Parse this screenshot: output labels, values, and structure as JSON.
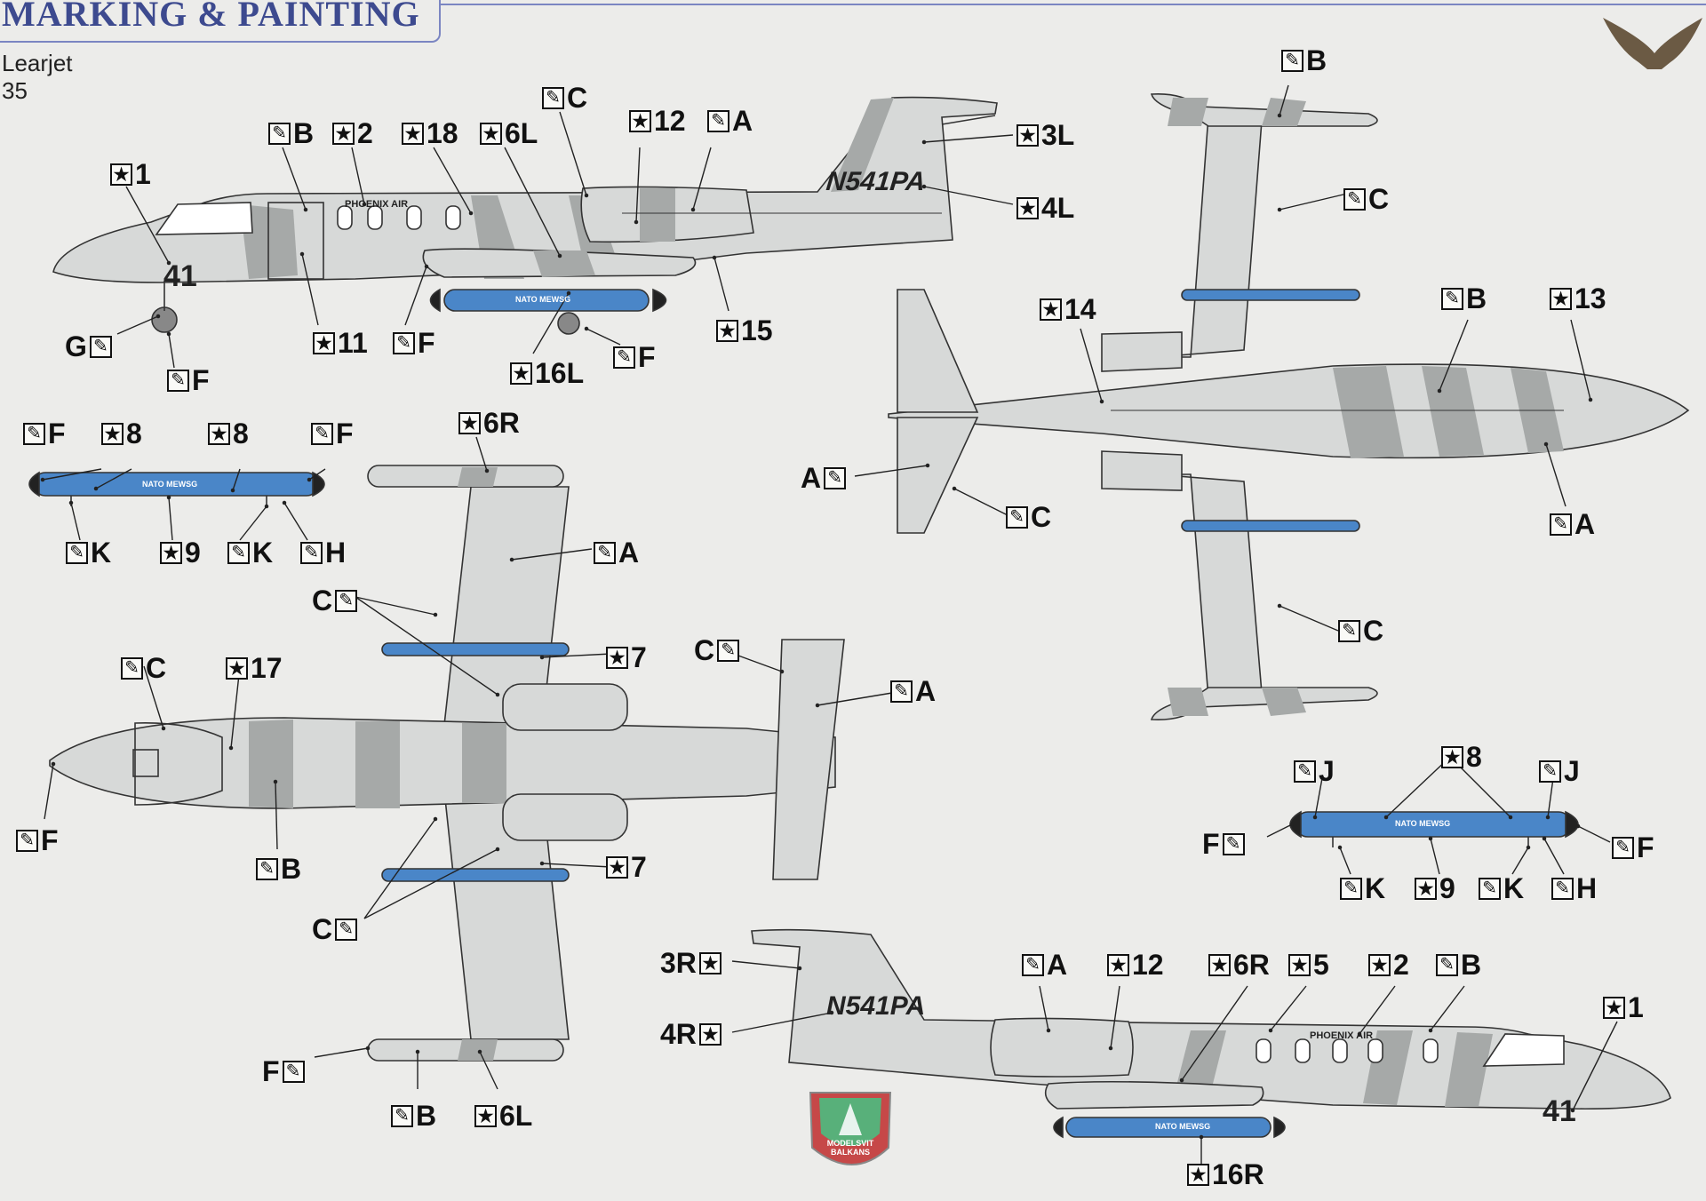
{
  "header": {
    "title": "MARKING & PAINTING",
    "subtitle": "Learjet 35"
  },
  "aircraft": {
    "registration": "N541PA",
    "operator_text": "PHOENIX AIR",
    "pod_text": "NATO MEWSG",
    "nose_number": "41"
  },
  "logo": {
    "line1": "MODELSVIT",
    "line2": "BALKANS"
  },
  "icons": {
    "paint": "paint-brush-icon",
    "decal": "decal-star-icon"
  },
  "colors": {
    "light_grey": "#d7d9d8",
    "dark_grey": "#a6a9a8",
    "pod_blue": "#4a86c8",
    "title_blue": "#3d4a8f",
    "outline": "#222222"
  },
  "callouts": [
    {
      "id": "c1",
      "type": "decal",
      "label": "1",
      "side": "right"
    },
    {
      "id": "c2",
      "type": "paint",
      "label": "B",
      "side": "right"
    },
    {
      "id": "c3",
      "type": "decal",
      "label": "2",
      "side": "right"
    },
    {
      "id": "c4",
      "type": "decal",
      "label": "18",
      "side": "right"
    },
    {
      "id": "c5",
      "type": "decal",
      "label": "6L",
      "side": "right"
    },
    {
      "id": "c6",
      "type": "paint",
      "label": "C",
      "side": "right"
    },
    {
      "id": "c7",
      "type": "decal",
      "label": "12",
      "side": "right"
    },
    {
      "id": "c8",
      "type": "paint",
      "label": "A",
      "side": "right"
    },
    {
      "id": "c9",
      "type": "decal",
      "label": "3L",
      "side": "right"
    },
    {
      "id": "c10",
      "type": "decal",
      "label": "4L",
      "side": "right"
    },
    {
      "id": "c11",
      "type": "paint",
      "label": "G",
      "side": "left"
    },
    {
      "id": "c12",
      "type": "paint",
      "label": "F",
      "side": "right"
    },
    {
      "id": "c13",
      "type": "decal",
      "label": "11",
      "side": "right"
    },
    {
      "id": "c14",
      "type": "paint",
      "label": "F",
      "side": "right"
    },
    {
      "id": "c15",
      "type": "decal",
      "label": "16L",
      "side": "right"
    },
    {
      "id": "c16",
      "type": "paint",
      "label": "F",
      "side": "right"
    },
    {
      "id": "c17",
      "type": "decal",
      "label": "15",
      "side": "right"
    },
    {
      "id": "c18",
      "type": "paint",
      "label": "B",
      "side": "right"
    },
    {
      "id": "c19",
      "type": "paint",
      "label": "C",
      "side": "right"
    },
    {
      "id": "c20",
      "type": "decal",
      "label": "14",
      "side": "right"
    },
    {
      "id": "c21",
      "type": "paint",
      "label": "B",
      "side": "right"
    },
    {
      "id": "c22",
      "type": "decal",
      "label": "13",
      "side": "right"
    },
    {
      "id": "c23",
      "type": "paint",
      "label": "A",
      "side": "left"
    },
    {
      "id": "c24",
      "type": "paint",
      "label": "C",
      "side": "right"
    },
    {
      "id": "c25",
      "type": "paint",
      "label": "A",
      "side": "right"
    },
    {
      "id": "c26",
      "type": "paint",
      "label": "C",
      "side": "right"
    },
    {
      "id": "c27",
      "type": "paint",
      "label": "F",
      "side": "right"
    },
    {
      "id": "c28",
      "type": "decal",
      "label": "8",
      "side": "right"
    },
    {
      "id": "c29",
      "type": "decal",
      "label": "8",
      "side": "right"
    },
    {
      "id": "c30",
      "type": "paint",
      "label": "F",
      "side": "right"
    },
    {
      "id": "c31",
      "type": "decal",
      "label": "6R",
      "side": "right"
    },
    {
      "id": "c32",
      "type": "paint",
      "label": "K",
      "side": "right"
    },
    {
      "id": "c33",
      "type": "decal",
      "label": "9",
      "side": "right"
    },
    {
      "id": "c34",
      "type": "paint",
      "label": "K",
      "side": "right"
    },
    {
      "id": "c35",
      "type": "paint",
      "label": "H",
      "side": "right"
    },
    {
      "id": "c36",
      "type": "paint",
      "label": "A",
      "side": "right"
    },
    {
      "id": "c37",
      "type": "paint",
      "label": "C",
      "side": "left"
    },
    {
      "id": "c38",
      "type": "decal",
      "label": "7",
      "side": "right"
    },
    {
      "id": "c39",
      "type": "paint",
      "label": "C",
      "side": "left"
    },
    {
      "id": "c40",
      "type": "paint",
      "label": "A",
      "side": "right"
    },
    {
      "id": "c41",
      "type": "paint",
      "label": "C",
      "side": "right"
    },
    {
      "id": "c42",
      "type": "decal",
      "label": "17",
      "side": "right"
    },
    {
      "id": "c43",
      "type": "paint",
      "label": "F",
      "side": "right"
    },
    {
      "id": "c44",
      "type": "paint",
      "label": "B",
      "side": "right"
    },
    {
      "id": "c45",
      "type": "decal",
      "label": "7",
      "side": "right"
    },
    {
      "id": "c46",
      "type": "paint",
      "label": "C",
      "side": "left"
    },
    {
      "id": "c47",
      "type": "paint",
      "label": "F",
      "side": "left"
    },
    {
      "id": "c48",
      "type": "paint",
      "label": "B",
      "side": "right"
    },
    {
      "id": "c49",
      "type": "decal",
      "label": "6L",
      "side": "right"
    },
    {
      "id": "c50",
      "type": "decal",
      "label": "8",
      "side": "right"
    },
    {
      "id": "c51",
      "type": "paint",
      "label": "J",
      "side": "right"
    },
    {
      "id": "c52",
      "type": "paint",
      "label": "J",
      "side": "right"
    },
    {
      "id": "c53",
      "type": "paint",
      "label": "F",
      "side": "left"
    },
    {
      "id": "c54",
      "type": "paint",
      "label": "F",
      "side": "right"
    },
    {
      "id": "c55",
      "type": "paint",
      "label": "K",
      "side": "right"
    },
    {
      "id": "c56",
      "type": "decal",
      "label": "9",
      "side": "right"
    },
    {
      "id": "c57",
      "type": "paint",
      "label": "K",
      "side": "right"
    },
    {
      "id": "c58",
      "type": "paint",
      "label": "H",
      "side": "right"
    },
    {
      "id": "c59",
      "type": "decal",
      "label": "3R",
      "side": "left"
    },
    {
      "id": "c60",
      "type": "decal",
      "label": "4R",
      "side": "left"
    },
    {
      "id": "c61",
      "type": "paint",
      "label": "A",
      "side": "right"
    },
    {
      "id": "c62",
      "type": "decal",
      "label": "12",
      "side": "right"
    },
    {
      "id": "c63",
      "type": "decal",
      "label": "6R",
      "side": "right"
    },
    {
      "id": "c64",
      "type": "decal",
      "label": "5",
      "side": "right"
    },
    {
      "id": "c65",
      "type": "decal",
      "label": "2",
      "side": "right"
    },
    {
      "id": "c66",
      "type": "paint",
      "label": "B",
      "side": "right"
    },
    {
      "id": "c67",
      "type": "decal",
      "label": "1",
      "side": "right"
    },
    {
      "id": "c68",
      "type": "decal",
      "label": "16R",
      "side": "right"
    }
  ]
}
